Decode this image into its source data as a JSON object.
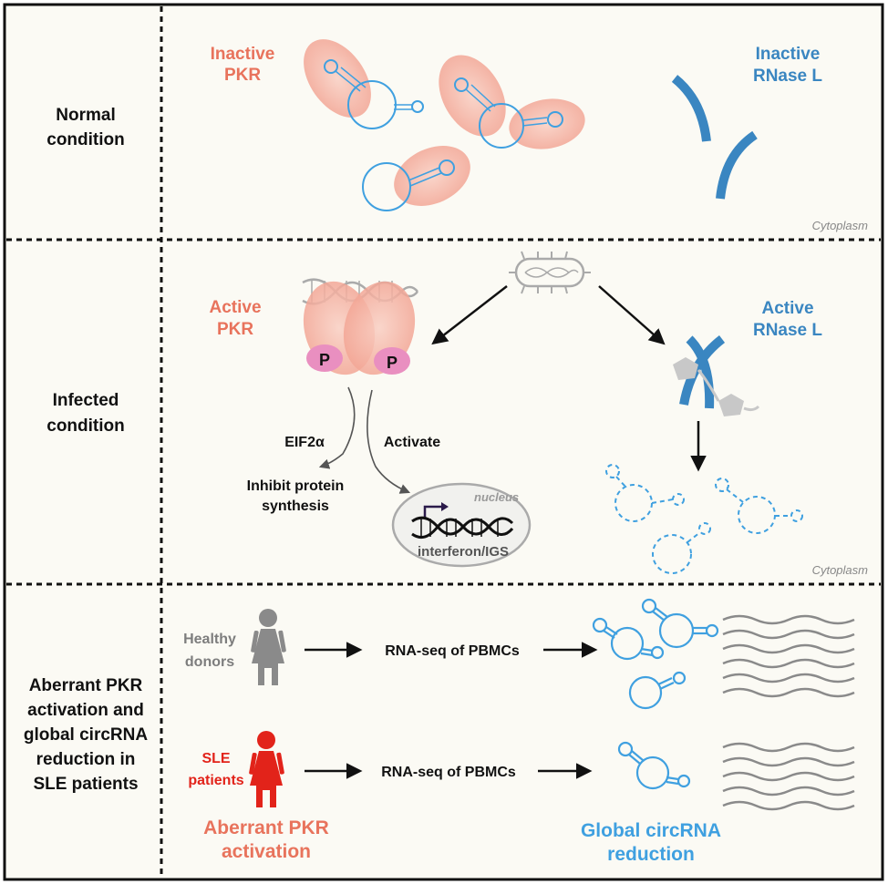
{
  "rows": {
    "normal": {
      "label_line1": "Normal",
      "label_line2": "condition"
    },
    "infected": {
      "label_line1": "Infected",
      "label_line2": "condition"
    },
    "sle": {
      "label_line1": "Aberrant PKR",
      "label_line2": "activation and",
      "label_line3": "global circRNA",
      "label_line4": "reduction in",
      "label_line5": "SLE patients"
    }
  },
  "normal_panel": {
    "pkr_line1": "Inactive",
    "pkr_line2": "PKR",
    "rnase_line1": "Inactive",
    "rnase_line2": "RNase L",
    "location": "Cytoplasm"
  },
  "infected_panel": {
    "pkr_line1": "Active",
    "pkr_line2": "PKR",
    "phospho_left": "P",
    "phospho_right": "P",
    "rnase_line1": "Active",
    "rnase_line2": "RNase L",
    "eif2a": "EIF2α",
    "activate": "Activate",
    "inhibit_line1": "Inhibit protein",
    "inhibit_line2": "synthesis",
    "nucleus": "nucleus",
    "interferon": "interferon/IGS",
    "location": "Cytoplasm"
  },
  "sle_panel": {
    "healthy_line1": "Healthy",
    "healthy_line2": "donors",
    "rnaseq_top": "RNA-seq of PBMCs",
    "sle_line1": "SLE",
    "sle_line2": "patients",
    "rnaseq_bottom": "RNA-seq of PBMCs",
    "aberrant_line1": "Aberrant PKR",
    "aberrant_line2": "activation",
    "reduction_line1": "Global circRNA",
    "reduction_line2": "reduction"
  },
  "colors": {
    "pkr_salmon": "#e8735c",
    "rnase_blue": "#3a86c1",
    "circ_blue": "#3fa0e0",
    "sle_red": "#e2231a",
    "healthy_gray": "#7d7d7d",
    "phospho_pink": "#e98fc0",
    "panel_bg": "#fbfaf4"
  }
}
